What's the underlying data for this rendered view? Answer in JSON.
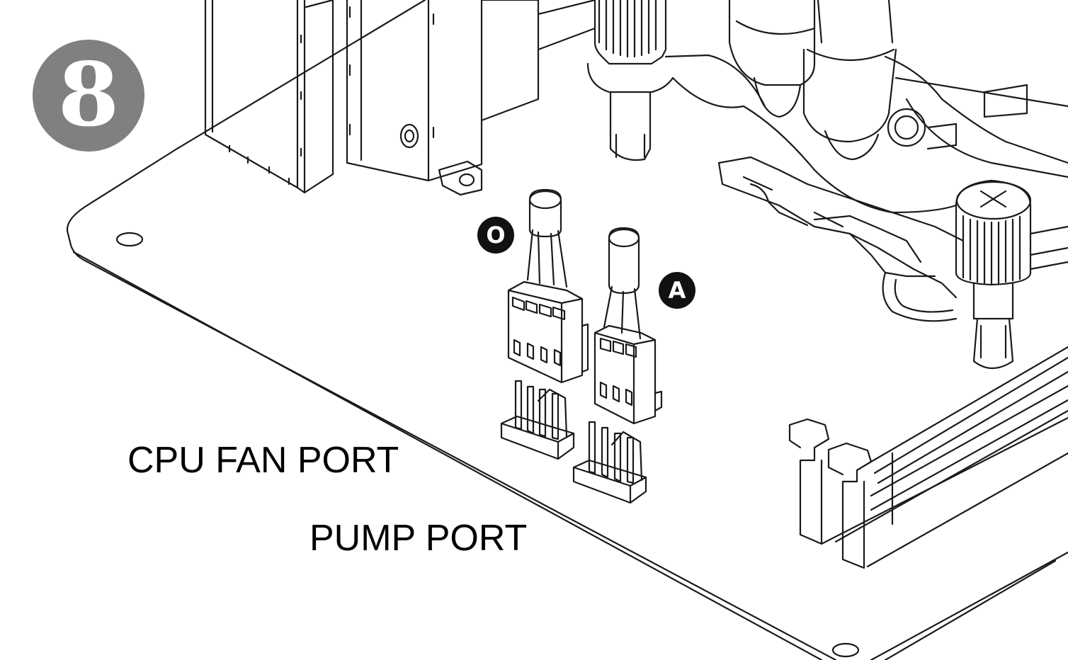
{
  "step": {
    "number": "8",
    "badge_color": "#808080"
  },
  "callouts": {
    "cpu_fan_connector": "O",
    "pump_connector": "A"
  },
  "labels": {
    "cpu_fan_port": "CPU FAN PORT",
    "pump_port": "PUMP PORT"
  },
  "colors": {
    "line": "#1a1a1a",
    "background": "#ffffff",
    "callout_fill": "#111111"
  },
  "connectors": {
    "cpu_fan_pins": 4,
    "pump_pins": 3
  }
}
